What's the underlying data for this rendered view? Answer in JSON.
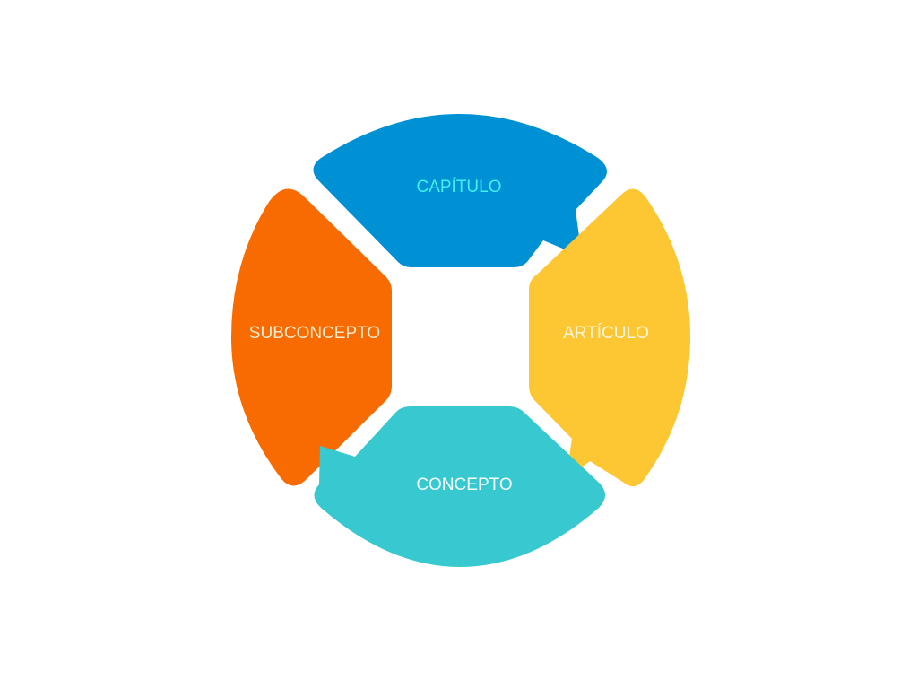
{
  "diagram": {
    "segments": [
      {
        "id": "capitulo",
        "label": "CAPÍTULO",
        "color": "#0090D4",
        "text_color": "#3FF2F0"
      },
      {
        "id": "articulo",
        "label": "ARTÍCULO",
        "color": "#FDC633",
        "text_color": "#FFF6DA"
      },
      {
        "id": "concepto",
        "label": "CONCEPTO",
        "color": "#37C9CF",
        "text_color": "#F4FFFF"
      },
      {
        "id": "subconcepto",
        "label": "SUBCONCEPTO",
        "color": "#F76B00",
        "text_color": "#FFEBD0"
      }
    ]
  }
}
